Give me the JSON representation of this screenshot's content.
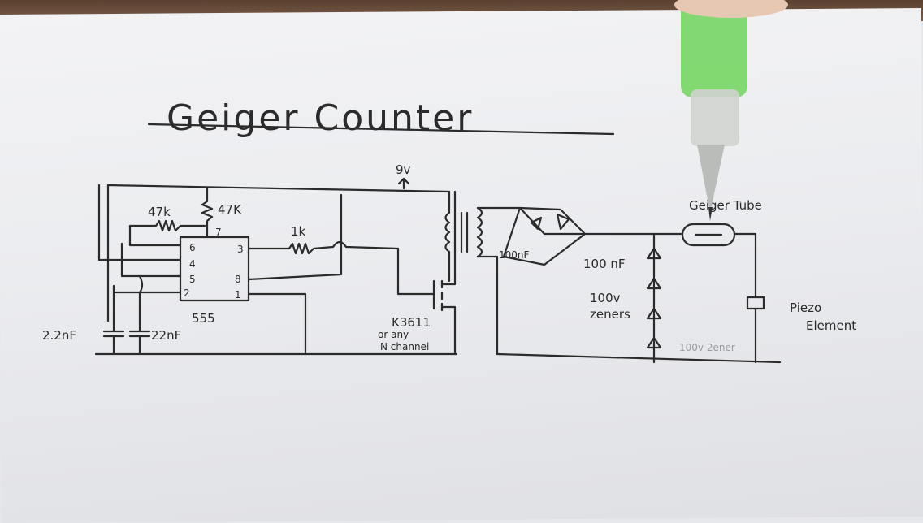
{
  "title": "Geiger Counter",
  "labels": {
    "supply": "9v",
    "ic": "555",
    "pin6": "6",
    "pin4": "4",
    "pin5": "5",
    "pin2": "2",
    "pin7": "7",
    "pin3": "3",
    "pin8": "8",
    "pin1": "1",
    "r_47k_left": "47k",
    "r_47k_right": "47K",
    "r_1k": "1k",
    "c_22nf_a": "2.2nF",
    "c_22nf_b": "22nF",
    "mosfet": "K3611",
    "mosfet_note_1": "or any",
    "mosfet_note_2": "N channel",
    "cap_bridge": "100nF",
    "cap_out": "100 nF",
    "zener_1": "100v",
    "zener_2": "zeners",
    "tube": "Geiger Tube",
    "piezo_1": "Piezo",
    "piezo_2": "Element"
  },
  "colors": {
    "ink": "#2b2b2b",
    "paper": "#eceef0",
    "pencil_green": "#6fd35a"
  }
}
